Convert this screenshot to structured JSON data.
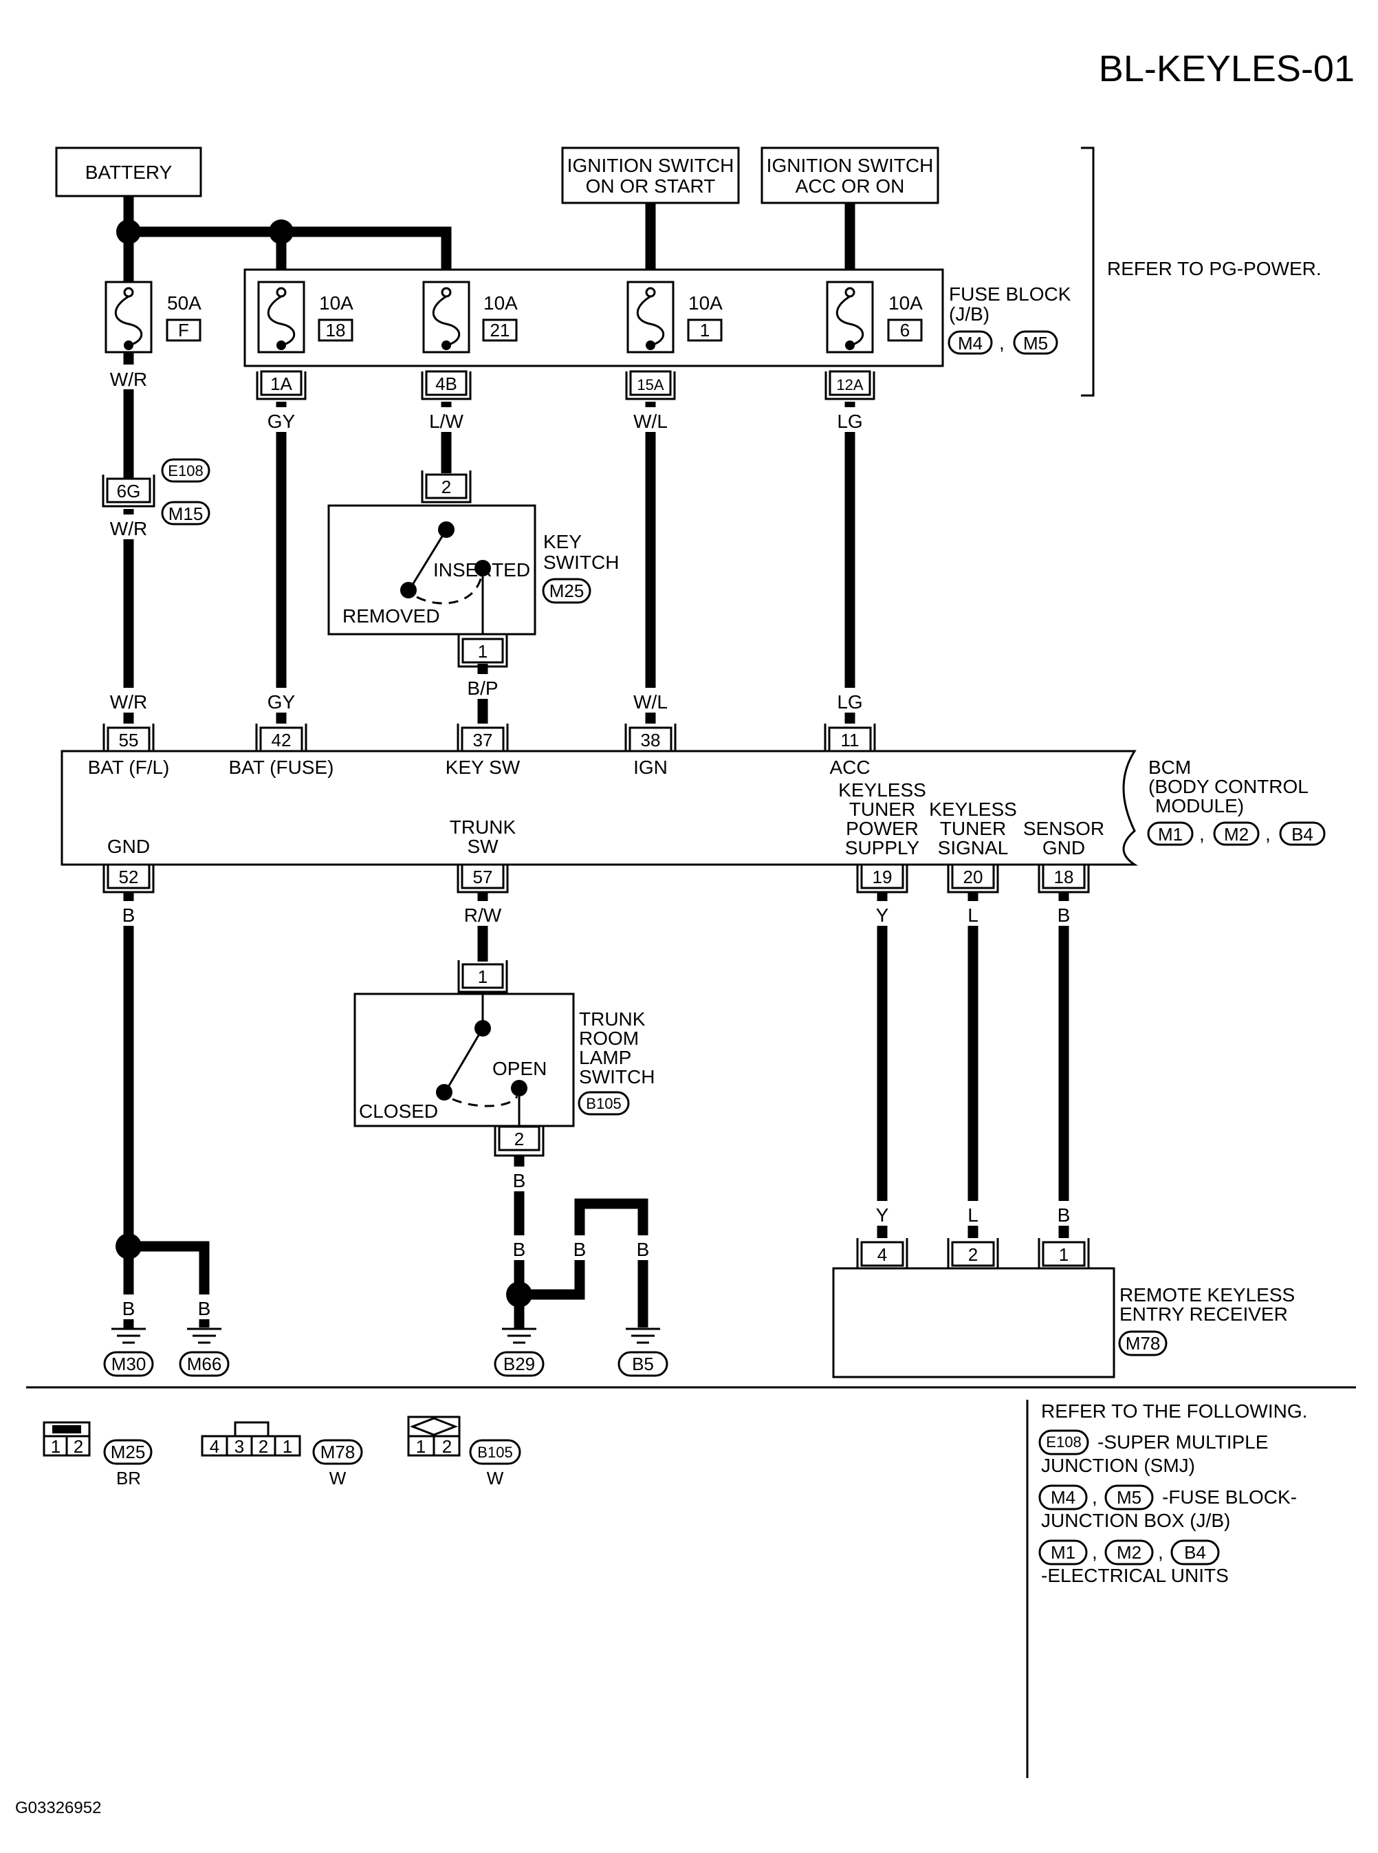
{
  "diagram_id": "BL-KEYLES-01",
  "figure_code": "G03326952",
  "sources": {
    "battery": "BATTERY",
    "ign_on_start_1": "IGNITION SWITCH",
    "ign_on_start_2": "ON OR START",
    "ign_acc_on_1": "IGNITION SWITCH",
    "ign_acc_on_2": "ACC OR ON",
    "refer_pg": "REFER TO PG-POWER."
  },
  "fuses": {
    "f50": {
      "amp": "50A",
      "id": "F"
    },
    "f18": {
      "amp": "10A",
      "id": "18"
    },
    "f21": {
      "amp": "10A",
      "id": "21"
    },
    "f1": {
      "amp": "10A",
      "id": "1"
    },
    "f6": {
      "amp": "10A",
      "id": "6"
    }
  },
  "fuse_block": {
    "label1": "FUSE BLOCK",
    "label2": "(J/B)",
    "conn1": "M4",
    "conn2": "M5",
    "comma": ",",
    "pins": [
      "1A",
      "4B",
      "15A",
      "12A"
    ]
  },
  "wires": {
    "wr": "W/R",
    "gy": "GY",
    "lw": "L/W",
    "wl": "W/L",
    "lg": "LG",
    "bp": "B/P",
    "b": "B",
    "rw": "R/W",
    "y": "Y",
    "l": "L"
  },
  "joint": {
    "pin": "6G",
    "conn1": "E108",
    "conn2": "M15"
  },
  "key_switch": {
    "pin_top": "2",
    "pin_bottom": "1",
    "inserted": "INSERTED",
    "removed": "REMOVED",
    "label1": "KEY",
    "label2": "SWITCH",
    "conn": "M25"
  },
  "bcm": {
    "pins_top": [
      "55",
      "42",
      "37",
      "38",
      "11"
    ],
    "terms_top": [
      "BAT (F/L)",
      "BAT (FUSE)",
      "KEY SW",
      "IGN",
      "ACC"
    ],
    "pins_bottom": [
      "52",
      "57",
      "19",
      "20",
      "18"
    ],
    "gnd": "GND",
    "trunk_sw_1": "TRUNK",
    "trunk_sw_2": "SW",
    "kt_power_1": "KEYLESS",
    "kt_power_2": "TUNER",
    "kt_power_3": "POWER",
    "kt_power_4": "SUPPLY",
    "kt_signal_1": "KEYLESS",
    "kt_signal_2": "TUNER",
    "kt_signal_3": "SIGNAL",
    "sensor_1": "SENSOR",
    "sensor_2": "GND",
    "title1": "BCM",
    "title2": "(BODY CONTROL",
    "title3": "MODULE)",
    "conn1": "M1",
    "conn2": "M2",
    "conn3": "B4"
  },
  "trunk_switch": {
    "pin_top": "1",
    "pin_bottom": "2",
    "open": "OPEN",
    "closed": "CLOSED",
    "label1": "TRUNK",
    "label2": "ROOM",
    "label3": "LAMP",
    "label4": "SWITCH",
    "conn": "B105"
  },
  "grounds": {
    "g1": "M30",
    "g2": "M66",
    "g3": "B29",
    "g4": "B5"
  },
  "receiver": {
    "pins": [
      "4",
      "2",
      "1"
    ],
    "label1": "REMOTE KEYLESS",
    "label2": "ENTRY RECEIVER",
    "conn": "M78"
  },
  "legend": {
    "c1": {
      "pins": [
        "1",
        "2"
      ],
      "id": "M25",
      "color": "BR"
    },
    "c2": {
      "pins": [
        "4",
        "3",
        "2",
        "1"
      ],
      "id": "M78",
      "color": "W"
    },
    "c3": {
      "pins": [
        "1",
        "2"
      ],
      "id": "B105",
      "color": "W"
    }
  },
  "refer": {
    "title": "REFER TO THE FOLLOWING.",
    "e108": "E108",
    "smj_1": "-SUPER MULTIPLE",
    "smj_2": "JUNCTION (SMJ)",
    "m4": "M4",
    "m5": "M5",
    "fb_1": "-FUSE BLOCK-",
    "fb_2": "JUNCTION BOX (J/B)",
    "m1": "M1",
    "m2": "M2",
    "b4": "B4",
    "eu": "-ELECTRICAL UNITS"
  }
}
